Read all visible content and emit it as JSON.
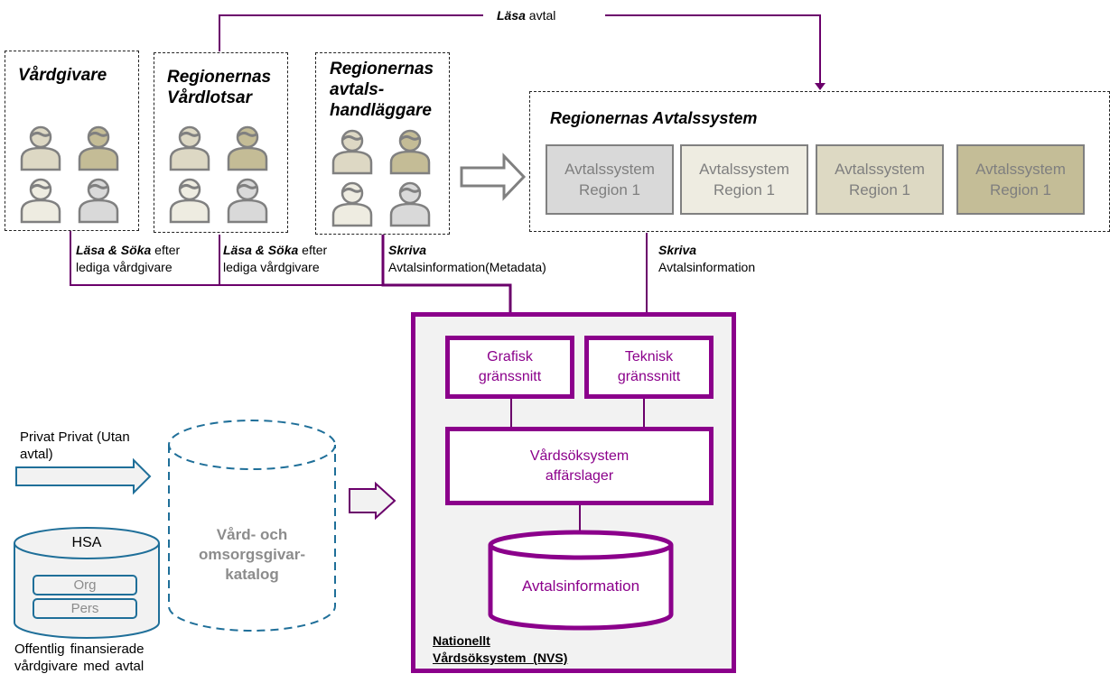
{
  "top_connector": {
    "label_bold": "Läsa",
    "label_rest": " avtal"
  },
  "groups": [
    {
      "id": "vardgivare",
      "title_lines": [
        "Vårdgivare"
      ]
    },
    {
      "id": "vardlotsar",
      "title_lines": [
        "Regionernas",
        "Vårdlotsar"
      ]
    },
    {
      "id": "avtalshandlaggare",
      "title_lines": [
        "Regionernas",
        "avtals-",
        "handläggare"
      ]
    }
  ],
  "person_colors": [
    "#ddd8c4",
    "#c4bc96",
    "#eeece1",
    "#d9d9d9"
  ],
  "edge_labels": {
    "vardgivare": {
      "bold": "Läsa & Söka",
      "rest": " efter",
      "line2": "lediga vårdgivare"
    },
    "vardlotsar": {
      "bold": "Läsa & Söka",
      "rest": " efter",
      "line2": "lediga vårdgivare"
    },
    "handlaggare": {
      "bold": "Skriva",
      "line2": "Avtalsinformation(Metadata)"
    },
    "avtalssystem": {
      "bold": "Skriva",
      "line2": "Avtalsinformation"
    }
  },
  "avtalssystem": {
    "title": "Regionernas Avtalssystem",
    "systems": [
      {
        "line1": "Avtalssystem",
        "line2": "Region 1",
        "color": "#d9d9d9"
      },
      {
        "line1": "Avtalssystem",
        "line2": "Region 1",
        "color": "#eeece1"
      },
      {
        "line1": "Avtalssystem",
        "line2": "Region 1",
        "color": "#ddd9c3"
      },
      {
        "line1": "Avtalssystem",
        "line2": "Region 1",
        "color": "#c4bd97"
      }
    ]
  },
  "nvs": {
    "grafisk": {
      "line1": "Grafisk",
      "line2": "gränssnitt"
    },
    "teknisk": {
      "line1": "Teknisk",
      "line2": "gränssnitt"
    },
    "affarslager": {
      "line1": "Vårdsöksystem",
      "line2": "affärslager"
    },
    "database": "Avtalsinformation",
    "caption_line1": "Nationellt",
    "caption_line2": "Vårdsöksystem  (NVS)"
  },
  "left": {
    "privat_label_line1": "Privat Privat (Utan",
    "privat_label_line2": "avtal)",
    "hsa": {
      "title": "HSA",
      "org": "Org",
      "pers": "Pers"
    },
    "hsa_caption_line1": "Offentlig finansierade",
    "hsa_caption_line2": "vårdgivare med avtal",
    "katalog": {
      "line1": "Vård- och",
      "line2": "omsorgsgivar-",
      "line3": "katalog"
    }
  },
  "colors": {
    "purple": "#8b008b",
    "dark_purple": "#6b006b",
    "blue": "#1f6f99",
    "gray": "#808080"
  }
}
